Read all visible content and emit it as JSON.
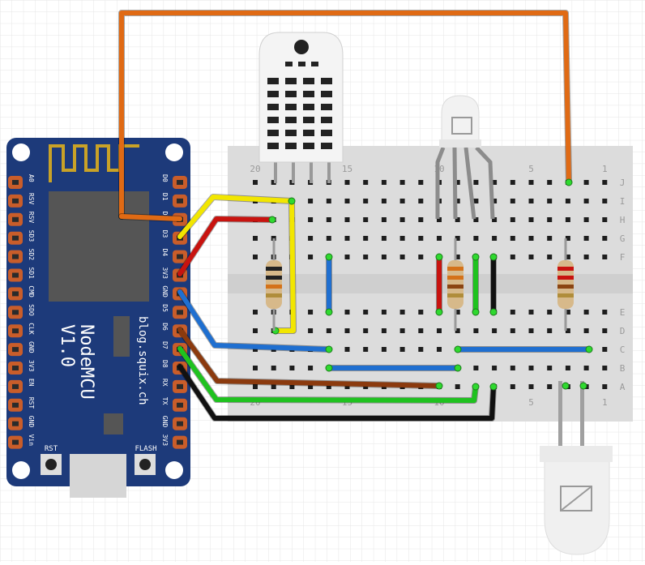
{
  "board": {
    "title": "NodeMCU",
    "version": "V1.0",
    "website": "blog.squix.ch",
    "button_rst": "RST",
    "button_flash": "FLASH",
    "pins_right": [
      "D0",
      "D1",
      "D2",
      "D3",
      "D4",
      "3V3",
      "GND",
      "D5",
      "D6",
      "D7",
      "D8",
      "RX",
      "TX",
      "GND",
      "3V3"
    ],
    "pins_left": [
      "A0",
      "RSV",
      "RSV",
      "SD3",
      "SD2",
      "SD1",
      "CMD",
      "SDO",
      "CLK",
      "GND",
      "3V3",
      "EN",
      "RST",
      "GND",
      "Vin"
    ]
  },
  "breadboard": {
    "col_labels_top": [
      "20",
      "15",
      "10",
      "5",
      "1"
    ],
    "col_labels_bottom": [
      "20",
      "15",
      "10",
      "5",
      "1"
    ],
    "row_labels_top": [
      "J",
      "I",
      "H",
      "G",
      "F"
    ],
    "row_labels_bottom": [
      "E",
      "D",
      "C",
      "B",
      "A"
    ]
  },
  "colors": {
    "grid": "#e8e8e8",
    "board_blue": "#1d3a7a",
    "wire_orange": "#e06a14",
    "wire_yellow": "#f2e600",
    "wire_red": "#c8130f",
    "wire_blue": "#1f6fd0",
    "wire_brown": "#8b3a0e",
    "wire_green": "#1fc21f",
    "wire_black": "#111111"
  }
}
